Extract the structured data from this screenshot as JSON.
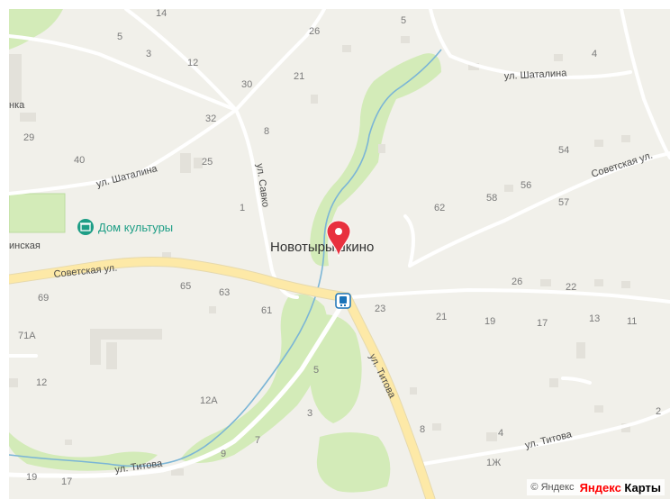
{
  "place_name": "Новотырышкино",
  "poi": {
    "name": "Дом культуры",
    "icon": "culture-house-icon"
  },
  "streets": {
    "shatalina_left": "ул. Шаталина",
    "shatalina_right": "ул. Шаталина",
    "savko": "ул. Савко",
    "sovetskaya_left": "Советская ул.",
    "sovetskaya_right": "Советская ул.",
    "titova_vertical": "ул. Титова",
    "titova_bottom_left": "ул. Титова",
    "titova_bottom_right": "ул. Титова",
    "partial_left_top": "нка",
    "partial_left_mid": "инская",
    "partial_left_street": "инская"
  },
  "house_numbers": {
    "n14": "14",
    "n5a": "5",
    "n3a": "3",
    "n12a": "12",
    "n26": "26",
    "n5b": "5",
    "n4": "4",
    "n30": "30",
    "n21a": "21",
    "n32": "32",
    "n29": "29",
    "n8a": "8",
    "n40": "40",
    "n25": "25",
    "n54": "54",
    "n62": "62",
    "n58": "58",
    "n56": "56",
    "n57": "57",
    "n1": "1",
    "n69": "69",
    "n65": "65",
    "n63": "63",
    "n61": "61",
    "n26b": "26",
    "n22": "22",
    "n23": "23",
    "n21b": "21",
    "n19a": "19",
    "n17a": "17",
    "n13": "13",
    "n11": "11",
    "n71a": "71А",
    "n12b": "12",
    "n5c": "5",
    "n12ab": "12А",
    "n3b": "3",
    "n7": "7",
    "n9": "9",
    "n8b": "8",
    "n4b": "4",
    "n1zh": "1Ж",
    "n19b": "19",
    "n17b": "17",
    "n2": "2"
  },
  "attribution": {
    "copyright": "© Яндекс",
    "logo_prefix": "Яндекс",
    "logo_suffix": " Карты"
  },
  "colors": {
    "land": "#f1f0ea",
    "park": "#d3ebb8",
    "major_road": "#fde9a7",
    "minor_road": "#ffffff",
    "water": "#7bb5d6",
    "building": "#e3e1da",
    "pin": "#e8313e",
    "poi": "#1e9e86"
  },
  "icons": {
    "pin": "location-pin-icon",
    "bus_stop": "bus-stop-icon"
  }
}
